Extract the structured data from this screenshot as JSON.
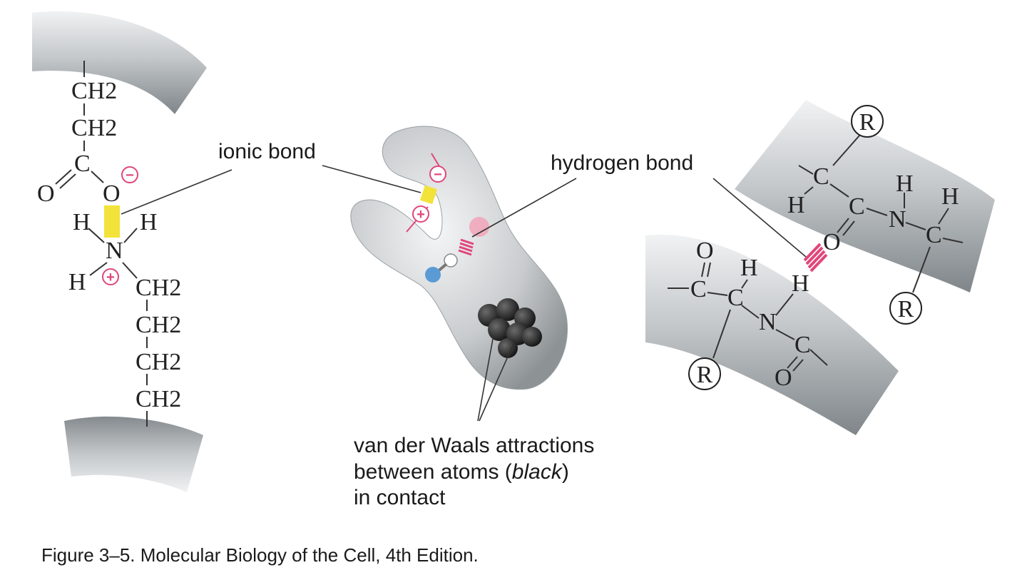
{
  "labels": {
    "ionic_bond": "ionic bond",
    "hydrogen_bond": "hydrogen bond",
    "vdw_line1": "van der Waals attractions",
    "vdw_line2_pre": "between atoms (",
    "vdw_line2_em": "black",
    "vdw_line2_post": ")",
    "vdw_line3": "in contact"
  },
  "caption": "Figure 3–5. Molecular Biology of the Cell, 4th Edition.",
  "chem": {
    "ch2": "CH2",
    "c": "C",
    "o": "O",
    "n": "N",
    "h": "H",
    "r": "R",
    "minus": "−",
    "plus": "+"
  },
  "colors": {
    "ionic": "#f2e23a",
    "hydrogen": "#e0467a",
    "charge": "#e0467a",
    "vdw": "#2b2b2b",
    "blue_atom": "#5b9bd5",
    "ribbon": "#cfd2d4"
  }
}
